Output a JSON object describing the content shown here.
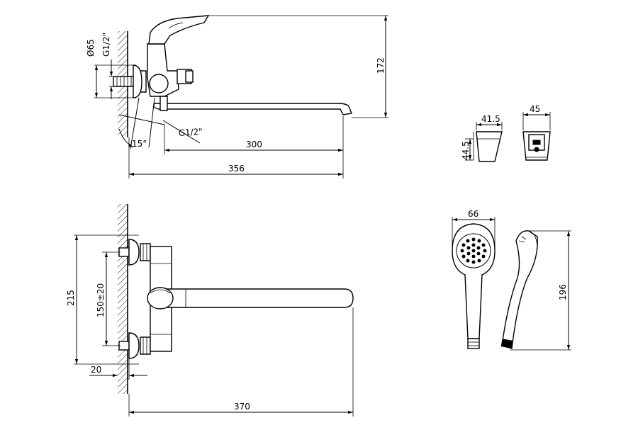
{
  "dimensions": {
    "side_view": {
      "diameter": "Ø65",
      "thread_top": "G1/2\"",
      "height": "172",
      "thread_angle": "G1/2\"",
      "angle": "15°",
      "spout_reach": "300",
      "overall_length": "356"
    },
    "holder": {
      "width_front": "41.5",
      "height": "44.5",
      "width_side": "45"
    },
    "front_view": {
      "height": "215",
      "centers": "150±20",
      "offset": "20",
      "overall_length": "370"
    },
    "hand_shower": {
      "head_diameter": "66",
      "length": "196"
    }
  }
}
